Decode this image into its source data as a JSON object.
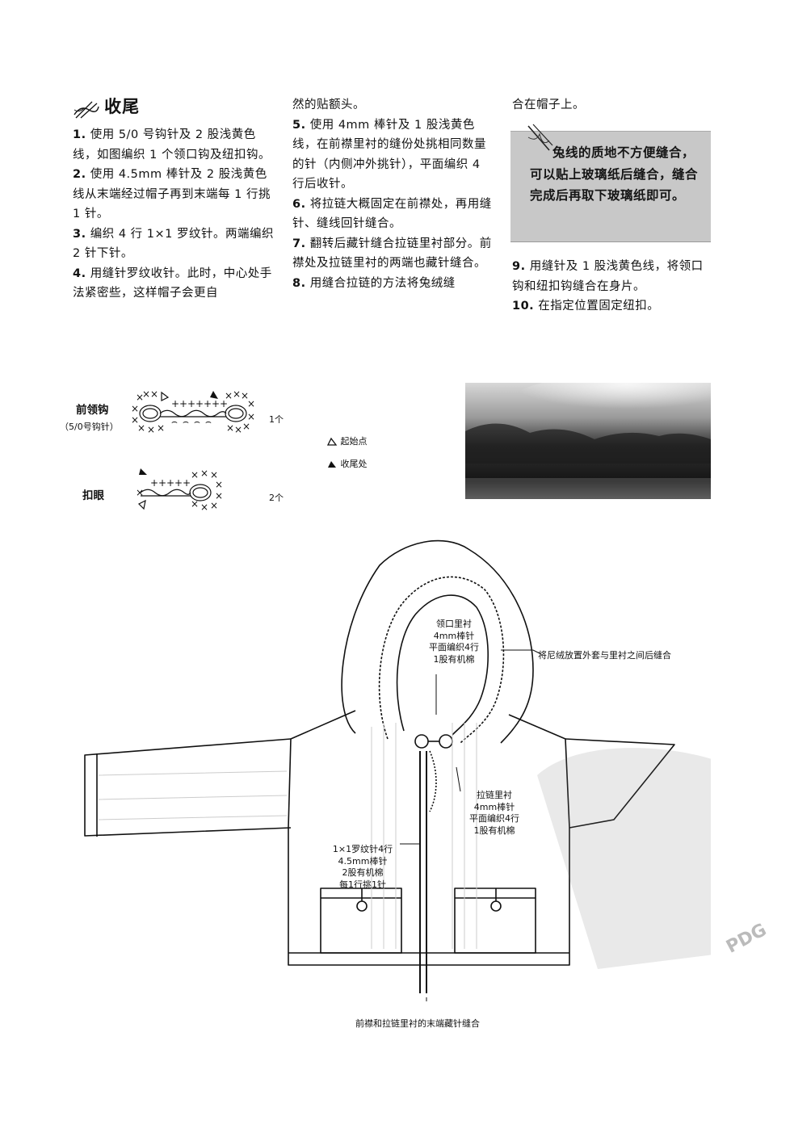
{
  "section": {
    "title": "收尾",
    "icon": "yarn-needles-icon"
  },
  "col1": [
    {
      "num": "1.",
      "text": "使用 5/0 号钩针及 2 股浅黄色线，如图编织 1 个领口钩及纽扣钩。"
    },
    {
      "num": "2.",
      "text": "使用 4.5mm 棒针及 2 股浅黄色线从末端经过帽子再到末端每 1 行挑 1 针。"
    },
    {
      "num": "3.",
      "text": "编织 4 行 1×1 罗纹针。两端编织 2 针下针。"
    },
    {
      "num": "4.",
      "text": "用缝针罗纹收针。此时，中心处手法紧密些，这样帽子会更自"
    }
  ],
  "col2": [
    {
      "num": "",
      "text": "然的贴额头。"
    },
    {
      "num": "5.",
      "text": "使用 4mm 棒针及 1 股浅黄色线，在前襟里衬的缝份处挑相同数量的针（内侧冲外挑针），平面编织 4 行后收针。"
    },
    {
      "num": "6.",
      "text": "将拉链大概固定在前襟处，再用缝针、缝线回针缝合。"
    },
    {
      "num": "7.",
      "text": "翻转后藏针缝合拉链里衬部分。前襟处及拉链里衬的两端也藏针缝合。"
    },
    {
      "num": "8.",
      "text": "用缝合拉链的方法将兔绒缝"
    }
  ],
  "col3_top": "合在帽子上。",
  "tip": "兔线的质地不方便缝合，可以贴上玻璃纸后缝合，缝合完成后再取下玻璃纸即可。",
  "col3": [
    {
      "num": "9.",
      "text": "用缝针及 1 股浅黄色线，将领口钩和纽扣钩缝合在身片。"
    },
    {
      "num": "10.",
      "text": "在指定位置固定纽扣。"
    }
  ],
  "crochet": {
    "front_label": "前领钩",
    "front_hook": "（5/0号钩针）",
    "front_count": "1个",
    "buttonhole_label": "扣眼",
    "buttonhole_count": "2个",
    "legend_start": "起始点",
    "legend_end": "收尾处"
  },
  "jacket": {
    "collar_lining": [
      "领口里衬",
      "4mm棒针",
      "平面编织4行",
      "1股有机棉"
    ],
    "fur_note": "将尼绒放置外套与里衬之间后缝合",
    "zipper_lining": [
      "拉链里衬",
      "4mm棒针",
      "平面编织4行",
      "1股有机棉"
    ],
    "rib": [
      "1×1罗纹针4行",
      "4.5mm棒针",
      "2股有机棉",
      "每1行挑1针"
    ],
    "bottom_note": "前襟和拉链里衬的末端藏针缝合"
  },
  "watermark": "PDG"
}
